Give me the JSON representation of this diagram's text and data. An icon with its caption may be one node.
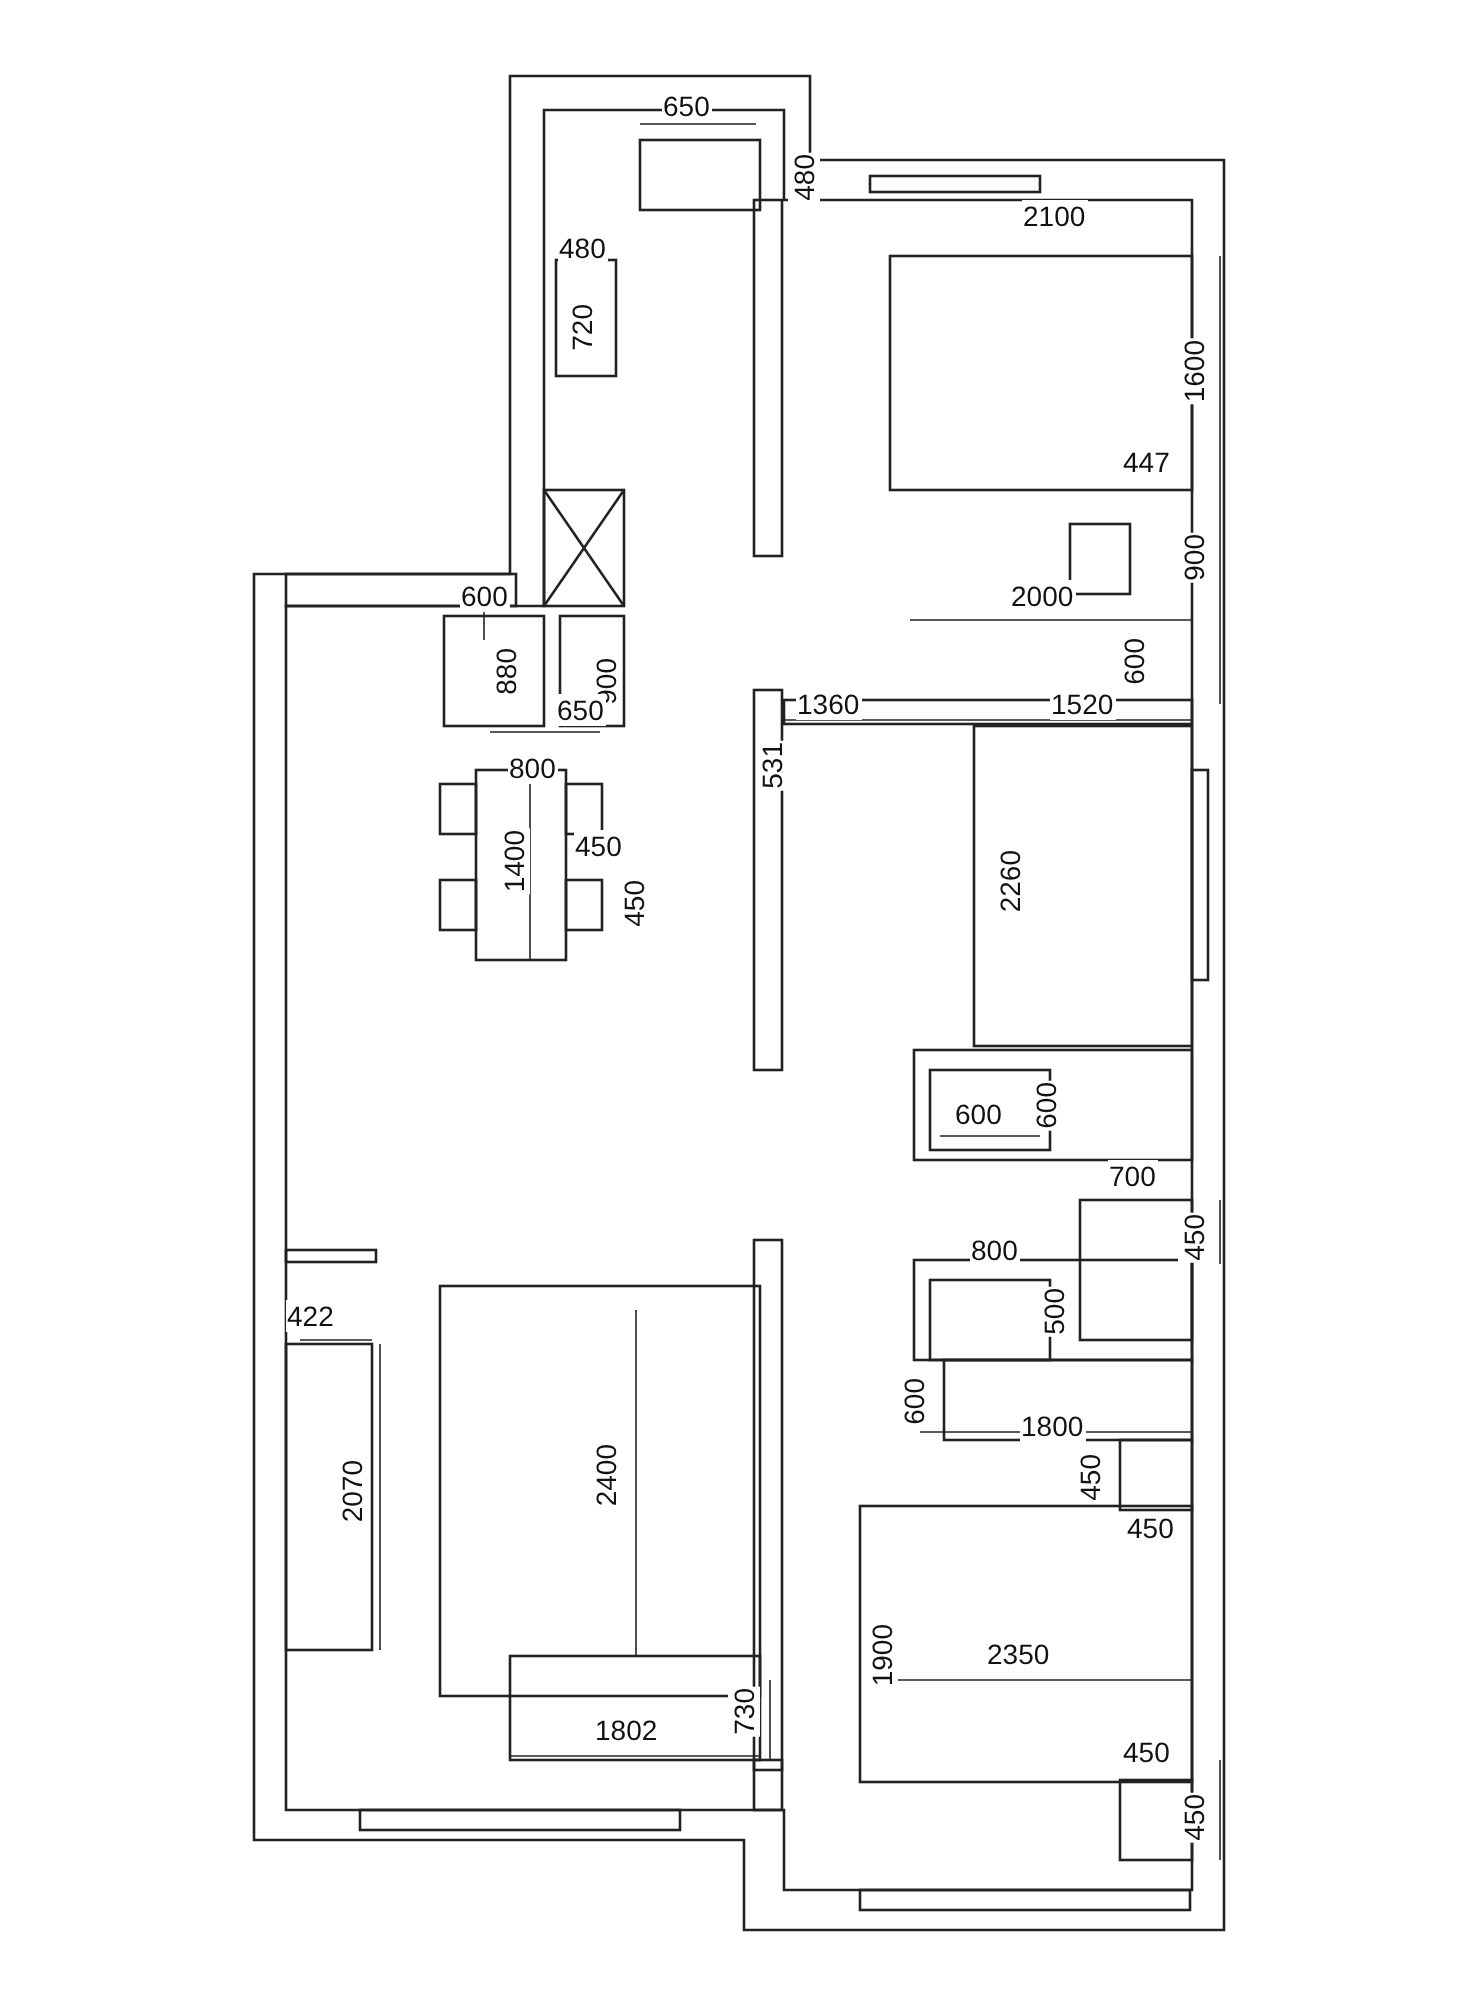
{
  "diagram": {
    "labels": [
      "650",
      "480",
      "2100",
      "480",
      "720",
      "1600",
      "447",
      "900",
      "2000",
      "600",
      "600",
      "880",
      "900",
      "650",
      "1360",
      "1520",
      "531",
      "800",
      "1400",
      "450",
      "450",
      "2260",
      "600",
      "600",
      "700",
      "800",
      "450",
      "500",
      "422",
      "2070",
      "2400",
      "600",
      "1800",
      "450",
      "450",
      "1900",
      "2350",
      "730",
      "1802",
      "450",
      "450"
    ]
  }
}
